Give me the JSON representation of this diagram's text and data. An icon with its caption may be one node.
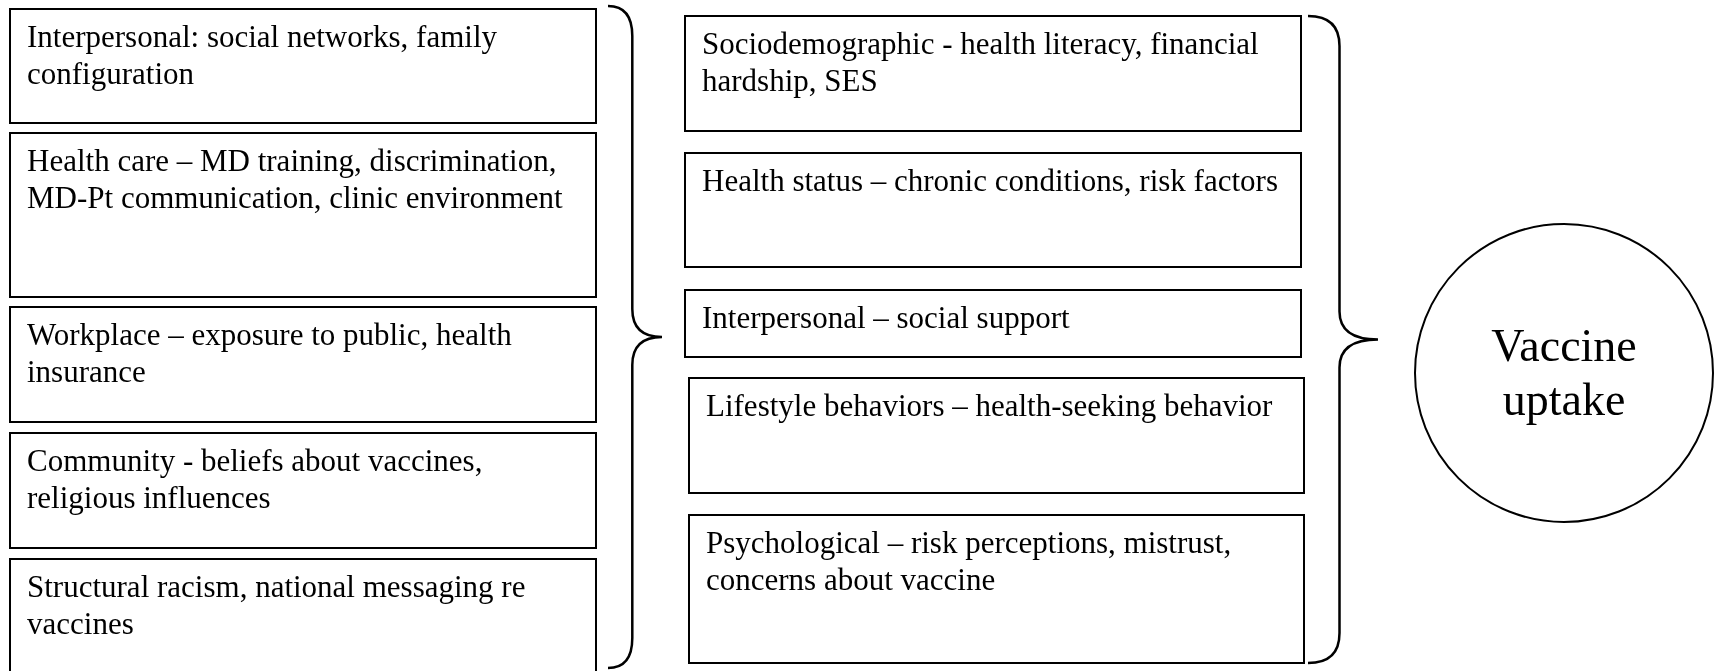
{
  "diagram": {
    "nodes": [
      {
        "text": [
          "Interpersonal: social networks, family configuration"
        ]
      },
      {
        "text": [
          "Health care – MD training, discrimination, MD-Pt communication, clinic environment"
        ]
      },
      {
        "text": [
          "Workplace – exposure to public, health insurance"
        ]
      },
      {
        "text": [
          "Community - beliefs about vaccines, religious influences"
        ]
      },
      {
        "text": [
          "Structural racism, national messaging re vaccines"
        ]
      },
      {
        "text": [
          "Sociodemographic - health literacy, financial hardship, SES"
        ]
      },
      {
        "text": [
          "Health status – chronic conditions, risk factors"
        ]
      },
      {
        "text": [
          "Interpersonal – social support"
        ]
      },
      {
        "text": [
          "Lifestyle behaviors – health-seeking behavior"
        ]
      },
      {
        "text": [
          "Psychological – risk perceptions, mistrust, concerns about vaccine"
        ]
      },
      {
        "text": [
          "Vaccine uptake"
        ]
      }
    ]
  }
}
